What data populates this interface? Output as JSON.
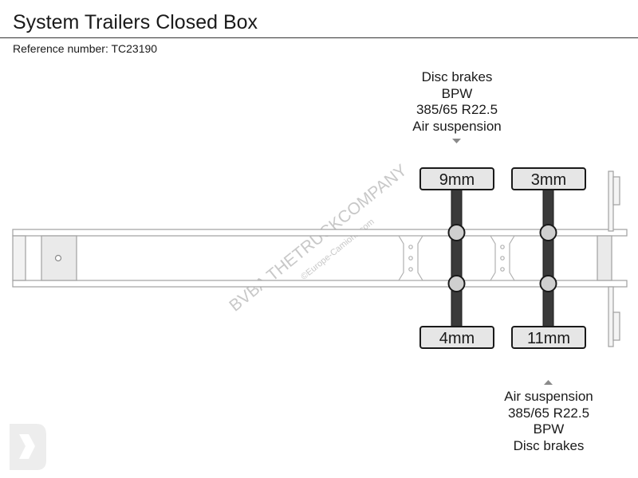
{
  "header": {
    "title": "System Trailers Closed Box",
    "reference": "Reference number: TC23190"
  },
  "axle_spec_top": {
    "lines": [
      "Disc brakes",
      "BPW",
      "385/65 R22.5",
      "Air suspension"
    ]
  },
  "axle_spec_bottom": {
    "lines": [
      "Air suspension",
      "385/65 R22.5",
      "BPW",
      "Disc brakes"
    ]
  },
  "tires": {
    "axle1_top": "9mm",
    "axle1_bottom": "4mm",
    "axle2_top": "3mm",
    "axle2_bottom": "11mm"
  },
  "watermark": {
    "main": "BVBA THETRUCKCOMPANY",
    "sub": "©Europe-Camions.com"
  },
  "colors": {
    "frame_stroke": "#a0a0a0",
    "axle_fill": "#3a3a3a",
    "tire_fill": "#e6e6e6",
    "hub_fill": "#cfcfcf"
  }
}
